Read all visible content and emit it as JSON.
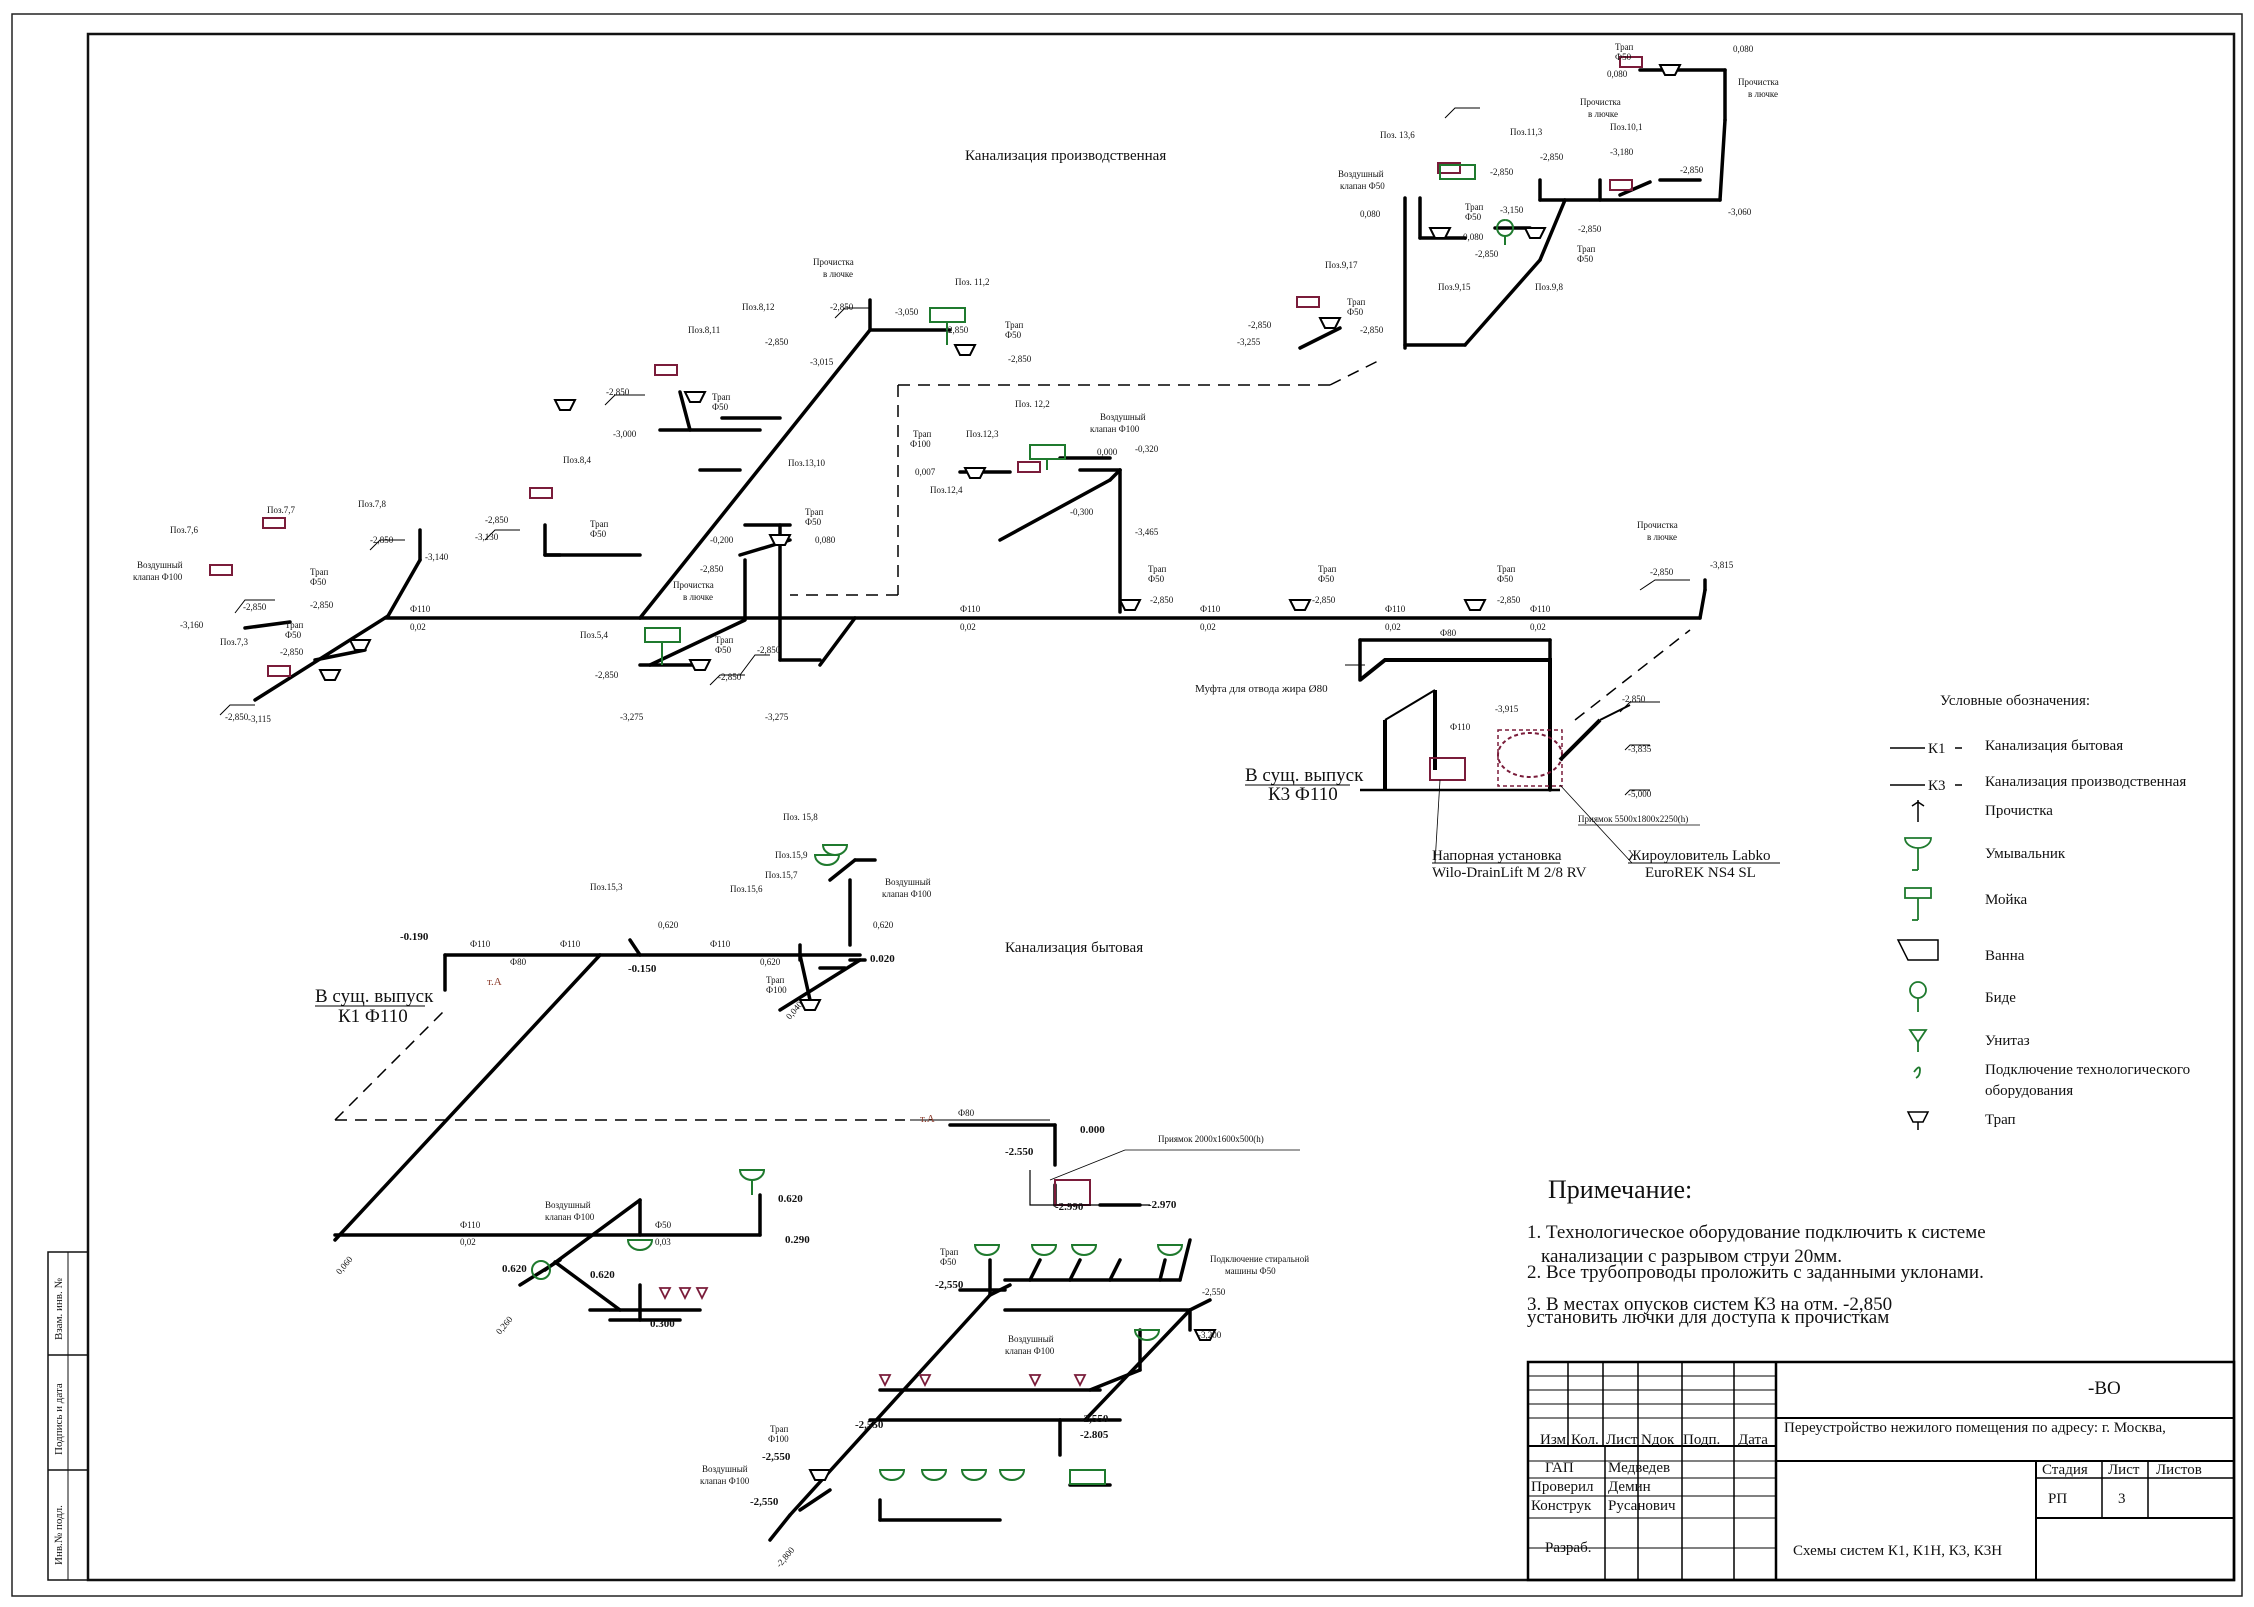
{
  "titles": {
    "production": "Канализация производственная",
    "household": "Канализация бытовая"
  },
  "outlets": {
    "k3_line1": "В сущ. выпуск",
    "k3_line2": "К3 Ф110",
    "k1_line1": "В сущ. выпуск",
    "k1_line2": "К1 Ф110"
  },
  "equipment": {
    "fat_coupling": "Муфта для отвода жира Ø80",
    "pit_k3": "Приямок 5500х1800х2250(h)",
    "pump_line1": "Напорная установка",
    "pump_line2": "Wilo-DrainLift M 2/8 RV",
    "grease_line1": "Жироуловитель Labko",
    "grease_line2": "EuroREK NS4 SL",
    "pit_k1": "Приямок 2000х1600х500(h)",
    "washer_line1": "Подключение стиральной",
    "washer_line2": "машины Ф50",
    "point_a": "т.А"
  },
  "legend": {
    "title": "Условные обозначения:",
    "k1_code": "К1",
    "k1_label": "Канализация бытовая",
    "k3_code": "К3",
    "k3_label": "Канализация производственная",
    "cleanout": "Прочистка",
    "washbasin": "Умывальник",
    "sink": "Мойка",
    "bath": "Ванна",
    "bidet": "Биде",
    "toilet": "Унитаз",
    "equipment_line1": "Подключение технологического",
    "equipment_line2": "оборудования",
    "trap": "Трап"
  },
  "notes": {
    "title": "Примечание:",
    "n1_line1": "1. Технологическое оборудование подключить к системе",
    "n1_line2": "канализации с разрывом струи 20мм.",
    "n2": "2. Все трубопроводы проложить с заданными уклонами.",
    "n3_line1": "3. В местах опусков систем К3 на отм. -2,850",
    "n3_line2": "установить лючки для доступа к прочисткам"
  },
  "title_block": {
    "code": "-ВО",
    "project": "Переустройство нежилого помещения по адресу: г. Москва,",
    "drawing": "Схемы систем К1, К1Н, К3, К3Н",
    "col_izm": "Изм.",
    "col_kol": "Кол.",
    "col_list": "Лист",
    "col_ndok": "Nдок",
    "col_podp": "Подп.",
    "col_data": "Дата",
    "gap_role": "ГАП",
    "gap_name": "Медведев",
    "prov_role": "Проверил",
    "prov_name": "Демин",
    "konstr_role": "Конструк",
    "konstr_name": "Русанович",
    "razrab_role": "Разраб.",
    "stage_label": "Стадия",
    "sheet_label": "Лист",
    "sheets_label": "Листов",
    "stage_value": "РП",
    "sheet_value": "3"
  },
  "side_stamp": {
    "inv_podl": "Инв.№ подл.",
    "podp_data": "Подпись и дата",
    "vzam_inv": "Взам. инв. №"
  },
  "tags": {
    "poz_7_6": "Поз.7,6",
    "poz_7_7": "Поз.7,7",
    "poz_7_3": "Поз.7,3",
    "poz_7_8": "Поз.7,8",
    "poz_8_4": "Поз.8,4",
    "poz_8_11": "Поз.8,11",
    "poz_8_12": "Поз.8,12",
    "poz_11_2": "Поз. 11,2",
    "poz_13_10": "Поз.13,10",
    "poz_5_4": "Поз.5,4",
    "poz_12_2": "Поз. 12,2",
    "poz_12_3": "Поз.12,3",
    "poz_12_4": "Поз.12,4",
    "poz_9_17": "Поз.9,17",
    "poz_13_6": "Поз. 13,6",
    "poz_11_3": "Поз.11,3",
    "poz_10_1": "Поз.10,1",
    "poz_9_15": "Поз.9,15",
    "poz_9_8": "Поз.9,8",
    "poz_15_8": "Поз. 15,8",
    "poz_15_9": "Поз.15,9",
    "poz_15_7": "Поз.15,7",
    "poz_15_6": "Поз.15,6",
    "poz_15_3": "Поз.15,3",
    "trap": "Трап",
    "d50": "Ф50",
    "d100": "Ф100",
    "d110": "Ф110",
    "d80": "Ф80",
    "valve1": "Воздушный",
    "valve2": "клапан Ф100",
    "valve3": "клапан Ф50",
    "cleanout1": "Прочистка",
    "cleanout2": "в лючке",
    "m20": "20мм",
    "slope_02": "0,02",
    "slope_03": "0,03",
    "e_2850": "-2,850",
    "e_3160": "-3,160",
    "e_3115": "-3,115",
    "e_3140": "-3,140",
    "e_3130": "-3,130",
    "e_3000": "-3,000",
    "e_3015": "-3,015",
    "e_3050": "-3,050",
    "e_3275": "-3,275",
    "e_0200": "-0,200",
    "e_0080": "0,080",
    "e_0000": "0,000",
    "e_0320": "-0,320",
    "e_0300": "-0,300",
    "e_3465": "-3,465",
    "e_3815": "-3,815",
    "e_3915": "-3,915",
    "e_3835": "-3,835",
    "e_5000": "-5,000",
    "e_0007": "0,007",
    "e_3255": "-3,255",
    "e_3150": "-3,150",
    "e_3180": "-3,180",
    "e_3060": "-3,060",
    "e_m0080": "-0,080",
    "k1_0190": "-0.190",
    "k1_0150": "-0.150",
    "k1_0020": "0.020",
    "k1_0620c": "0,620",
    "k1_0620": "0.620",
    "k1_0040": "0,040",
    "k1_0000": "0.000",
    "k1_2550b": "-2.550",
    "k1_2990": "-2.990",
    "k1_2970": "-2.970",
    "k1_0290": "0.290",
    "k1_0300": "0.300",
    "k1_0260": "0,260",
    "k1_0060": "0,060",
    "k1_2550": "-2,550",
    "k1_3200": "-3,200",
    "k1_2805": "-2.805",
    "k1_2800": "-2,800"
  }
}
